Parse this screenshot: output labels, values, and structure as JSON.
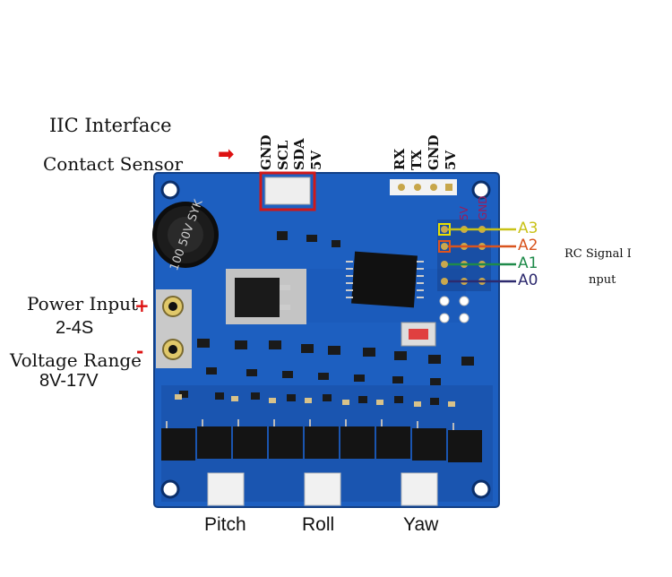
{
  "colors": {
    "pcb": "#1d5fc0",
    "pcb_dark": "#0f3f8f",
    "a3": "#c9c218",
    "a2": "#d9541e",
    "a1": "#1f8a4a",
    "a0": "#2d2a6e",
    "arrow": "#dd1111",
    "gnd_pin": "#9b1c5a"
  },
  "labels": {
    "iic_title": "IIC Interface",
    "contact_sensor": "Contact Sensor",
    "iic_pins": [
      "GND",
      "SCL",
      "SDA",
      "5V"
    ],
    "uart_pins": [
      "RX",
      "TX",
      "GND",
      "5V"
    ],
    "rc_pins_top": [
      "5V",
      "GND"
    ],
    "power_input": "Power Input",
    "cells": "2-4S",
    "voltage_range": "Voltage Range",
    "voltage": "8V-17V",
    "rc_signal_line1": "RC Signal I",
    "rc_signal_line2": "nput",
    "channels": [
      "A3",
      "A2",
      "A1",
      "A0"
    ],
    "motors": [
      "Pitch",
      "Roll",
      "Yaw"
    ],
    "plus": "+",
    "minus": "-",
    "capacitor_text": "100 50V SYK"
  }
}
